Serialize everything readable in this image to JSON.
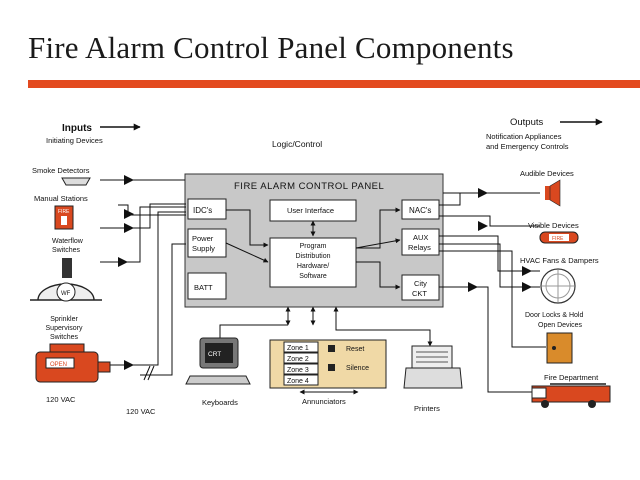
{
  "slide_title": "Fire Alarm Control Panel Components",
  "colors": {
    "accent_bar": "#e34a1f",
    "panel_fill": "#c8c8c8",
    "annunciator_fill": "#f0d9a6",
    "device_red": "#d9481f",
    "door_lock": "#d98b2b"
  },
  "inputs": {
    "heading": "Inputs",
    "sub": "Initiating Devices"
  },
  "logic": {
    "heading": "Logic/Control"
  },
  "outputs": {
    "heading": "Outputs",
    "sub_line1": "Notification Appliances",
    "sub_line2": "and Emergency Controls"
  },
  "panel": {
    "title": "FIRE ALARM CONTROL PANEL",
    "idc": "IDC's",
    "power_line1": "Power",
    "power_line2": "Supply",
    "batt": "BATT",
    "user_interface": "User Interface",
    "program_line1": "Program",
    "program_line2": "Distribution",
    "program_line3": "Hardware/",
    "program_line4": "Software",
    "nac": "NAC's",
    "aux_line1": "AUX",
    "aux_line2": "Relays",
    "city_line1": "City",
    "city_line2": "CKT"
  },
  "input_devices": {
    "smoke": "Smoke Detectors",
    "manual": "Manual Stations",
    "fire_tag": "FIRE",
    "waterflow_line1": "Waterflow",
    "waterflow_line2": "Switches",
    "wf_tag": "WF",
    "sprinkler_line1": "Sprinkler",
    "sprinkler_line2": "Supervisory",
    "sprinkler_line3": "Switches",
    "open_tag": "OPEN",
    "vac_left": "120 VAC",
    "vac_right": "120 VAC"
  },
  "annunciator": {
    "zones": [
      "Zone 1",
      "Zone 2",
      "Zone 3",
      "Zone 4"
    ],
    "reset": "Reset",
    "silence": "Silence",
    "label": "Annunciators"
  },
  "keyboards": {
    "crt": "CRT",
    "label": "Keyboards"
  },
  "printers": {
    "label": "Printers"
  },
  "output_devices": {
    "audible": "Audible Devices",
    "visible": "Visible Devices",
    "fire_tag": "FIRE",
    "hvac": "HVAC Fans & Dampers",
    "door_line1": "Door Locks & Hold",
    "door_line2": "Open Devices",
    "fire_dept": "Fire Department"
  }
}
